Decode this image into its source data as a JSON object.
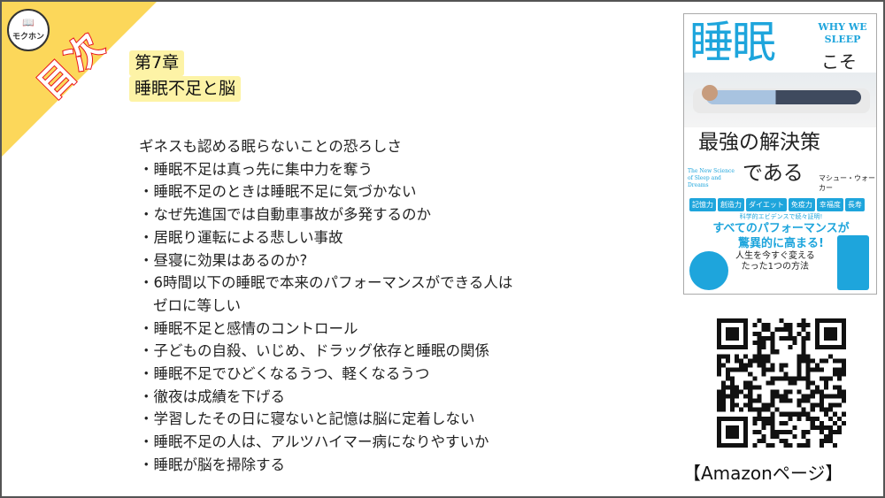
{
  "brand": {
    "logo_text": "モクホン",
    "corner_label": "目次",
    "accent": "#fcd75a",
    "label_color": "#e8141b"
  },
  "chapter": {
    "number": "第7章",
    "title": "睡眠不足と脳"
  },
  "toc": [
    {
      "text": "ギネスも認める眠らないことの恐ろしさ"
    },
    {
      "text": "・睡眠不足は真っ先に集中力を奪う"
    },
    {
      "text": "・睡眠不足のときは睡眠不足に気づかない"
    },
    {
      "text": "・なぜ先進国では自動車事故が多発するのか"
    },
    {
      "text": "・居眠り運転による悲しい事故"
    },
    {
      "text": "・昼寝に効果はあるのか?"
    },
    {
      "text": "・6時間以下の睡眠で本来のパフォーマンスができる人は"
    },
    {
      "text": "ゼロに等しい",
      "indent": true
    },
    {
      "text": "・睡眠不足と感情のコントロール"
    },
    {
      "text": "・子どもの自殺、いじめ、ドラッグ依存と睡眠の関係"
    },
    {
      "text": "・睡眠不足でひどくなるうつ、軽くなるうつ"
    },
    {
      "text": "・徹夜は成績を下げる"
    },
    {
      "text": "・学習したその日に寝ないと記憶は脳に定着しない"
    },
    {
      "text": "・睡眠不足の人は、アルツハイマー病になりやすいか"
    },
    {
      "text": "・睡眠が脳を掃除する"
    }
  ],
  "cover": {
    "title": "睡眠",
    "why": "WHY WE SLEEP",
    "koso": "こそ",
    "main1": "最強の解決策",
    "main2": "である",
    "sub": "The New Science of Sleep and Dreams",
    "author": "マシュー・ウォーカー",
    "tags": [
      "記憶力",
      "創造力",
      "ダイエット",
      "免疫力",
      "幸福度",
      "長寿"
    ],
    "science": "科学的エビデンスで続々証明!",
    "headline1": "すべてのパフォーマンスが",
    "headline2": "驚異的に高まる!",
    "bottom1": "人生を今すぐ変える",
    "bottom2": "たった1つの方法"
  },
  "amazon_label": "【Amazonページ】"
}
